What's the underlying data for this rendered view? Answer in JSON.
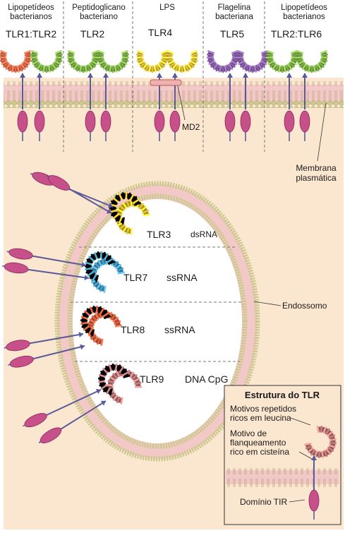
{
  "ligand_headers": [
    {
      "line1": "Lipopetídeos",
      "line2": "bacterianos"
    },
    {
      "line1": "Peptidoglicano",
      "line2": "bacteriano"
    },
    {
      "line1": "LPS",
      "line2": ""
    },
    {
      "line1": "Flagelina",
      "line2": "bacteriana"
    },
    {
      "line1": "Lipopetídeos",
      "line2": "bacterianos"
    }
  ],
  "surface_receptors": [
    "TLR1:TLR2",
    "TLR2",
    "TLR4",
    "TLR5",
    "TLR2:TLR6"
  ],
  "md2_label": "MD2",
  "membrane_label": {
    "line1": "Membrana",
    "line2": "plasmática"
  },
  "endosome_label": "Endossomo",
  "endosomal_receptors": [
    {
      "name": "TLR3",
      "ligand": "dsRNA"
    },
    {
      "name": "TLR7",
      "ligand": "ssRNA"
    },
    {
      "name": "TLR8",
      "ligand": "ssRNA"
    },
    {
      "name": "TLR9",
      "ligand": "DNA CpG"
    }
  ],
  "structure_box": {
    "title": "Estrutura do TLR",
    "lrr_line1": "Motivos repetidos",
    "lrr_line2": "ricos em leucina",
    "cys_line1": "Motivo de",
    "cys_line2": "flanqueamento",
    "cys_line3": "rico em cisteína",
    "tir": "Domínio TIR"
  },
  "colors": {
    "cytoplasm": "#fbe6cf",
    "membrane_band": "#f3c9c7",
    "lipid_head": "#c9c98a",
    "tir": "#c8508a",
    "tlr1": "#e06a4a",
    "tlr2": "#7fb04a",
    "tlr4": "#e3c43a",
    "tlr5": "#8a62a8",
    "tlr3": "#e8c72e",
    "tlr7": "#4aa0c8",
    "tlr8": "#e06040",
    "tlr9": "#c77e7e",
    "link": "#5a5a9a"
  }
}
